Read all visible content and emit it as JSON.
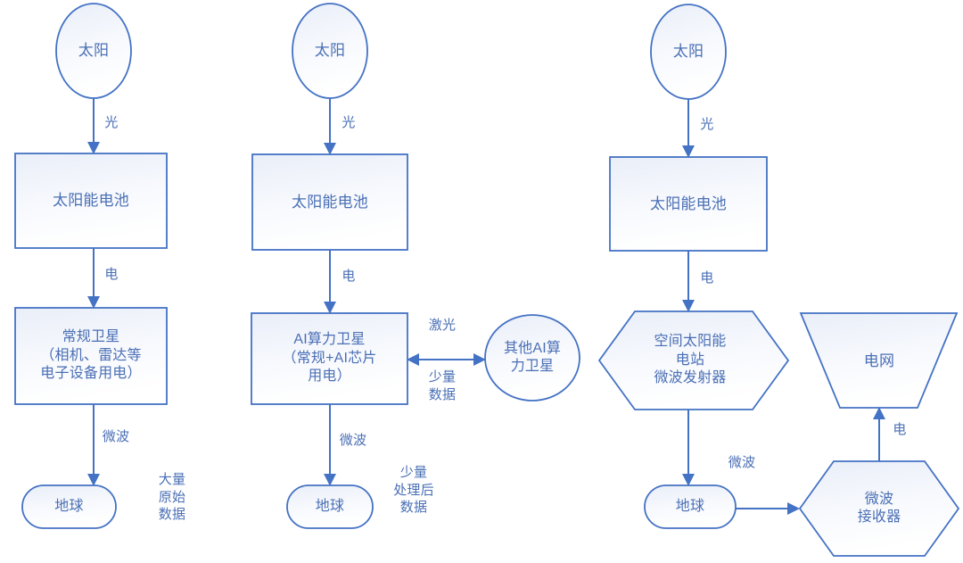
{
  "diagram": {
    "title_visible": false,
    "colors": {
      "stroke": "#4472c4",
      "text": "#4a6fb5",
      "fill_top": "#eef1f8",
      "fill_bottom": "#fdfdff",
      "background": "#ffffff"
    },
    "columns": [
      {
        "name": "conventional-satellite-chain",
        "nodes": [
          {
            "id": "sun-1",
            "shape": "ellipse",
            "label": "太阳"
          },
          {
            "id": "solar-cell-1",
            "shape": "rectangle",
            "label": "太阳能电池"
          },
          {
            "id": "conventional-satellite",
            "shape": "rectangle",
            "label": "常规卫星\n（相机、雷达等\n电子设备用电）"
          },
          {
            "id": "earth-1",
            "shape": "stadium",
            "label": "地球"
          }
        ],
        "edges": [
          {
            "from": "sun-1",
            "to": "solar-cell-1",
            "label": "光"
          },
          {
            "from": "solar-cell-1",
            "to": "conventional-satellite",
            "label": "电"
          },
          {
            "from": "conventional-satellite",
            "to": "earth-1",
            "label": "微波"
          }
        ],
        "annotations": [
          {
            "id": "raw-data-note",
            "label": "大量\n原始\n数据"
          }
        ]
      },
      {
        "name": "ai-compute-satellite-chain",
        "nodes": [
          {
            "id": "sun-2",
            "shape": "ellipse",
            "label": "太阳"
          },
          {
            "id": "solar-cell-2",
            "shape": "rectangle",
            "label": "太阳能电池"
          },
          {
            "id": "ai-compute-satellite",
            "shape": "rectangle",
            "label": "AI算力卫星\n（常规+AI芯片\n用电）"
          },
          {
            "id": "other-ai-satellite",
            "shape": "ellipse",
            "label": "其他AI算\n力卫星"
          },
          {
            "id": "earth-2",
            "shape": "stadium",
            "label": "地球"
          }
        ],
        "edges": [
          {
            "from": "sun-2",
            "to": "solar-cell-2",
            "label": "光"
          },
          {
            "from": "solar-cell-2",
            "to": "ai-compute-satellite",
            "label": "电"
          },
          {
            "from": "ai-compute-satellite",
            "to": "other-ai-satellite",
            "label_above": "激光",
            "label_below": "少量\n数据",
            "bidirectional": true
          },
          {
            "from": "ai-compute-satellite",
            "to": "earth-2",
            "label": "微波"
          }
        ],
        "annotations": [
          {
            "id": "processed-data-note",
            "label": "少量\n处理后\n数据"
          }
        ]
      },
      {
        "name": "space-solar-power-chain",
        "nodes": [
          {
            "id": "sun-3",
            "shape": "ellipse",
            "label": "太阳"
          },
          {
            "id": "solar-cell-3",
            "shape": "rectangle",
            "label": "太阳能电池"
          },
          {
            "id": "microwave-transmitter",
            "shape": "hexagon",
            "label": "空间太阳能\n电站\n微波发射器"
          },
          {
            "id": "earth-3",
            "shape": "stadium",
            "label": "地球"
          },
          {
            "id": "microwave-receiver",
            "shape": "hexagon",
            "label": "微波\n接收器"
          },
          {
            "id": "power-grid",
            "shape": "inverted-trapezoid",
            "label": "电网"
          }
        ],
        "edges": [
          {
            "from": "sun-3",
            "to": "solar-cell-3",
            "label": "光"
          },
          {
            "from": "solar-cell-3",
            "to": "microwave-transmitter",
            "label": "电"
          },
          {
            "from": "microwave-transmitter",
            "to": "earth-3",
            "label": "微波"
          },
          {
            "from": "earth-3",
            "to": "microwave-receiver",
            "label": ""
          },
          {
            "from": "microwave-receiver",
            "to": "power-grid",
            "label": "电"
          }
        ],
        "annotations": []
      }
    ]
  }
}
